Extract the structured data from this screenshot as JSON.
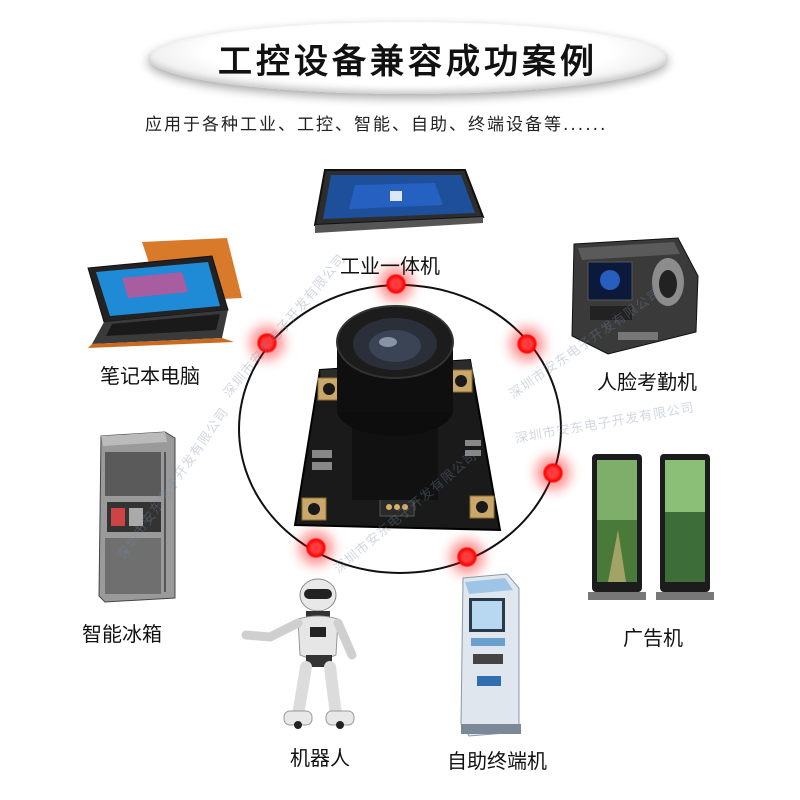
{
  "header": {
    "title": "工控设备兼容成功案例",
    "subtitle": "应用于各种工业、工控、智能、自助、终端设备等......"
  },
  "devices": [
    {
      "id": "industrial-pc",
      "label": "工业一体机"
    },
    {
      "id": "laptop",
      "label": "笔记本电脑"
    },
    {
      "id": "face-attendance",
      "label": "人脸考勤机"
    },
    {
      "id": "smart-fridge",
      "label": "智能冰箱"
    },
    {
      "id": "ad-machine",
      "label": "广告机"
    },
    {
      "id": "robot",
      "label": "机器人"
    },
    {
      "id": "kiosk",
      "label": "自助终端机"
    }
  ],
  "watermark": "深圳市安东电子开发有限公司",
  "colors": {
    "accent_dot": "#ff0000",
    "ring": "#111111",
    "board": "#1a1a1a"
  }
}
